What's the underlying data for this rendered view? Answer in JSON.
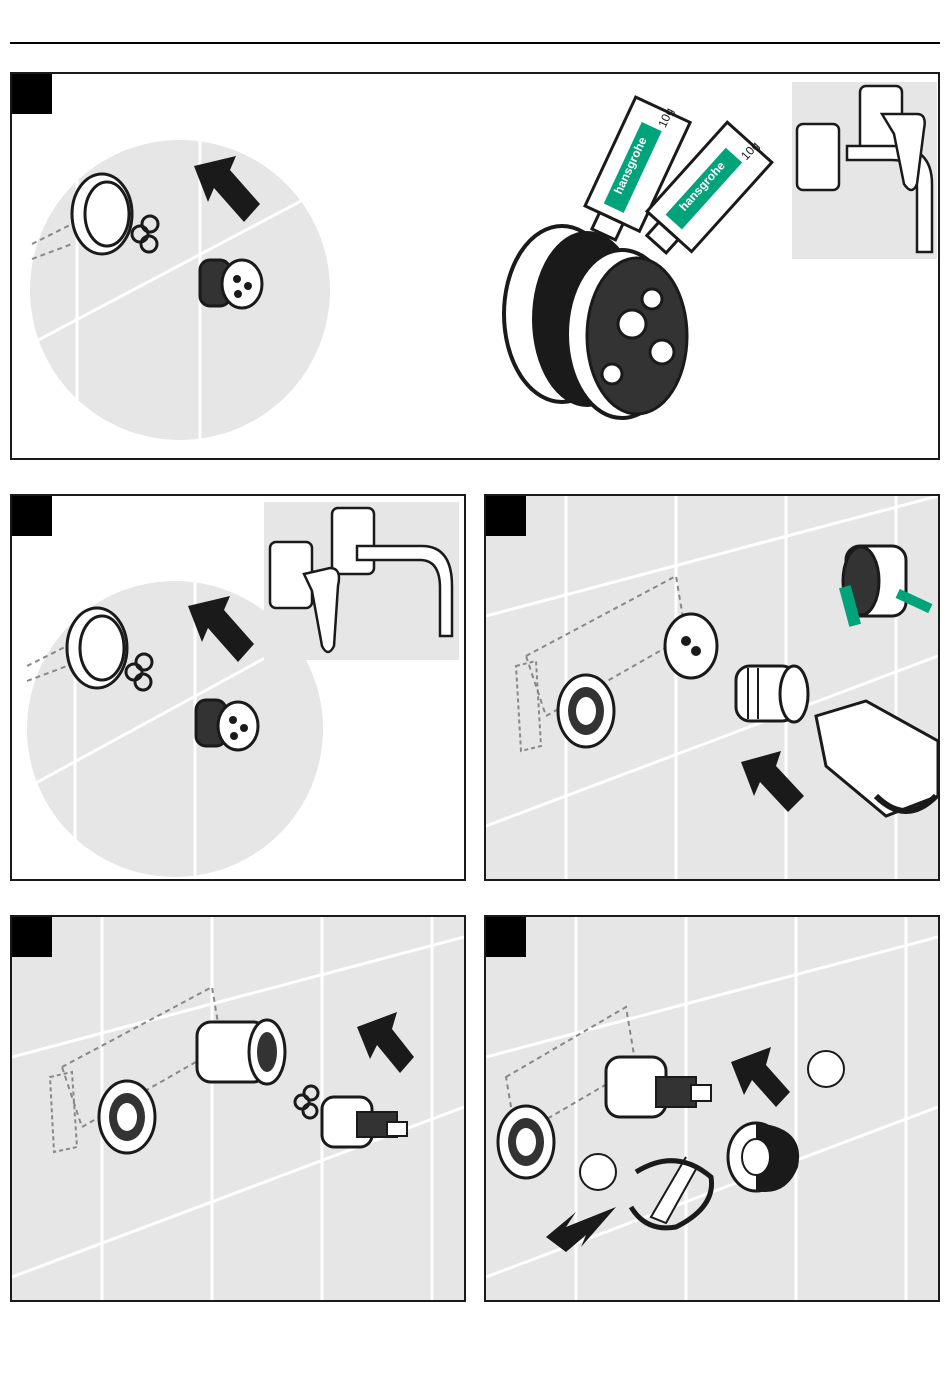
{
  "document": {
    "panels": [
      {
        "id": "panel-1",
        "tubes": [
          {
            "brand": "hansgrohe",
            "weight": "10g"
          },
          {
            "brand": "hansgrohe",
            "weight": "10g"
          }
        ]
      },
      {
        "id": "panel-2"
      },
      {
        "id": "panel-3"
      },
      {
        "id": "panel-4"
      },
      {
        "id": "panel-5"
      }
    ]
  },
  "colors": {
    "grease_green": "#00a37a",
    "wall_grey": "#e6e6e6",
    "line": "#1a1a1a"
  }
}
